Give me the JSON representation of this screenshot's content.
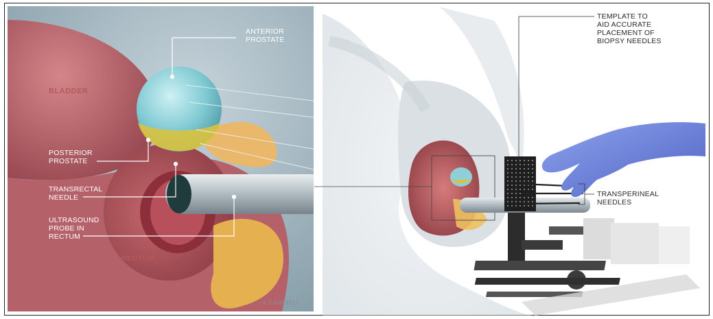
{
  "inset": {
    "labels": {
      "anterior_prostate": "ANTERIOR\nPROSTATE",
      "bladder": "BLADDER",
      "posterior_prostate": "POSTERIOR\nPROSTATE",
      "transrectal_needle": "TRANSRECTAL\nNEEDLE",
      "ultrasound_probe": "ULTRASOUND\nPROBE IN\nRECTUM",
      "rectum": "RECTUM"
    },
    "signature": "A.CAMPBELL"
  },
  "main": {
    "labels": {
      "template": "TEMPLATE TO\nAID ACCURATE\nPLACEMENT OF\nBIOPSY NEEDLES",
      "transperineal": "TRANSPERINEAL\nNEEDLES"
    }
  },
  "colors": {
    "bladder": "#b65b5f",
    "prostate": "#8fd0d8",
    "posterior_zone": "#d8c24a",
    "probe": "#b9c3c9",
    "glove": "#6f86e0",
    "background": "#ffffff"
  }
}
